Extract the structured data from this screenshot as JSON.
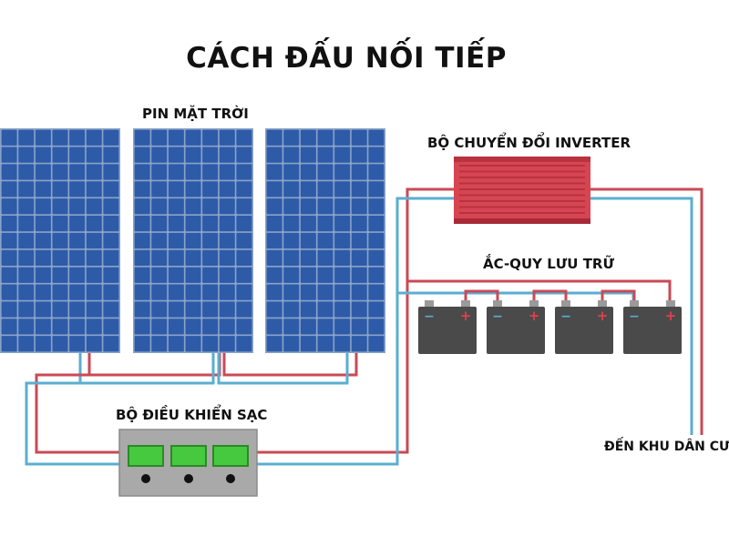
{
  "title": "CÁCH ĐẤU NỐI TIẾP",
  "labels": {
    "solar_panels": "PIN MẶT TRỜI",
    "inverter": "BỘ CHUYỂN ĐỔI INVERTER",
    "batteries": "ẮC-QUY LƯU TRỮ",
    "charge_controller": "BỘ ĐIỀU KHIỂN SẠC",
    "output": "ĐẾN KHU DÂN CƯ"
  },
  "battery_terminals": {
    "negative": "−",
    "positive": "+"
  },
  "colors": {
    "positive_wire": "#c94a55",
    "negative_wire": "#5aaed1",
    "panel_cell": "#2e5ba8",
    "panel_frame": "#8aa3c8",
    "inverter_body": "#d64552",
    "battery_body": "#4a4a4a",
    "controller_body": "#a9a9a9",
    "controller_display": "#46c93f"
  },
  "counts": {
    "panels": 3,
    "batteries": 4,
    "controller_displays": 3
  }
}
